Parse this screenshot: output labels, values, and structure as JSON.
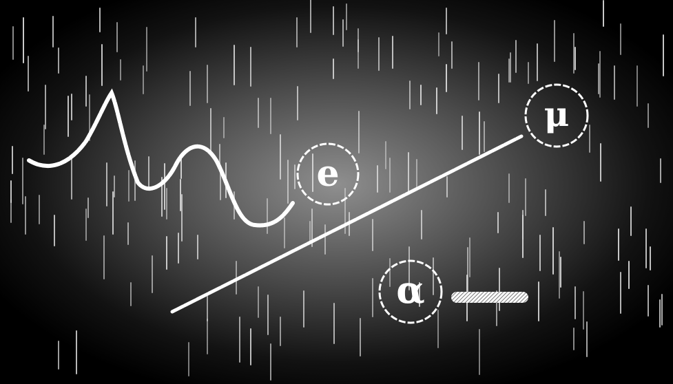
{
  "diagram": {
    "background_center_color": "#8f8f8f",
    "background_edge_color": "#000000",
    "stroke_color": "#ffffff",
    "particles": [
      {
        "id": "electron",
        "symbol": "e"
      },
      {
        "id": "muon",
        "symbol": "μ"
      },
      {
        "id": "alpha",
        "symbol": "α"
      }
    ]
  }
}
